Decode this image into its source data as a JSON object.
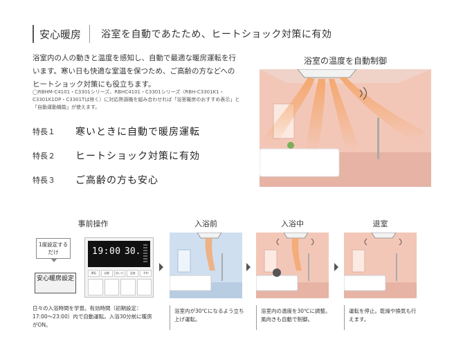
{
  "header": {
    "title": "安心暖房",
    "subtitle": "浴室を自動であたため、ヒートショック対策に有効"
  },
  "intro": {
    "text": "浴室内の人の動きと温度を感知し、自動で最適な暖房運転を行います。寒い日も快適な室温を保つため、ご高齢の方などへのヒートショック対策にも役立ちます。",
    "note": "◯RBHM-C4101・C3301シリーズ、RBHC4101・C3301シリーズ（RBH-C3301K1・C3301K1DP・C3301Tは除く）に対応熱源機を組み合わせれば「浴室暖房のおすすめ表示」と「自動運動機能」が使えます。"
  },
  "features": [
    {
      "num": "特長１",
      "text": "寒いときに自動で暖房運転"
    },
    {
      "num": "特長２",
      "text": "ヒートショック対策に有効"
    },
    {
      "num": "特長３",
      "text": "ご高齢の方も安心"
    }
  ],
  "main_illustration": {
    "caption": "浴室の温度を自動制御"
  },
  "steps": {
    "pre": {
      "title": "事前操作",
      "callout": "1度設定するだけ",
      "button_label": "安心暖房設定",
      "remote_time": "19:00",
      "remote_temp": "30.",
      "remote_buttons": [
        "運転",
        "自動",
        "追いだき",
        "温度",
        "予約"
      ],
      "desc": "日々の入浴時間を学習。有効時間（初期設定：17:00〜23:00）内で自動運転。入浴30分前に暖房がON。"
    },
    "before": {
      "title": "入浴前",
      "desc": "浴室内が30℃になるよう立ち上げ運転。"
    },
    "during": {
      "title": "入浴中",
      "desc": "浴室内の温度を30℃に調整。風向きも自動で制御。"
    },
    "exit": {
      "title": "退室",
      "desc": "運転を停止。乾燥や換気も行えます。"
    }
  },
  "colors": {
    "wall_warm": "#f3c7b8",
    "wall_cool": "#cfdff0",
    "warm_air": "#f4a66a",
    "tub": "#ffffff",
    "accent_text": "#333333"
  }
}
